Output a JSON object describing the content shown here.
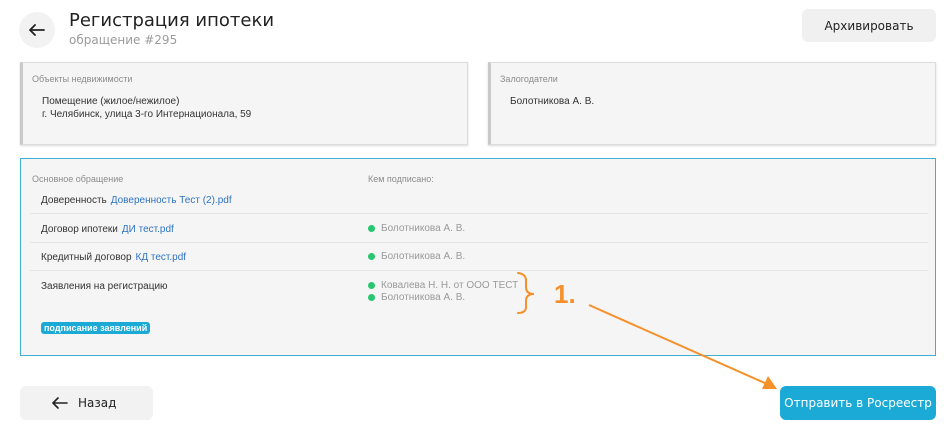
{
  "header": {
    "title": "Регистрация ипотеки",
    "subtitle": "обращение #295",
    "archive_label": "Архивировать"
  },
  "objects_card": {
    "label": "Объекты недвижимости",
    "line1": "Помещение (жилое/нежилое)",
    "line2": "г. Челябинск, улица 3-го Интернационала, 59"
  },
  "pledgers_card": {
    "label": "Залогодатели",
    "name": "Болотникова А. В."
  },
  "main_card": {
    "col_request": "Основное обращение",
    "col_signed": "Кем подписано:",
    "rows": [
      {
        "label": "Доверенность",
        "file": "Доверенность Тест (2).pdf"
      },
      {
        "label": "Договор ипотеки",
        "file": "ДИ тест.pdf",
        "signer": "Болотникова А. В."
      },
      {
        "label": "Кредитный договор",
        "file": "КД тест.pdf",
        "signer": "Болотникова А. В."
      },
      {
        "label": "Заявления на регистрацию",
        "signers": [
          "Ковалева Н. Н. от ООО ТЕСТ",
          "Болотникова А. В."
        ]
      }
    ],
    "tag": "подписание заявлений"
  },
  "footer": {
    "back_label": "Назад",
    "submit_label": "Отправить в Росреестр"
  },
  "annotation": {
    "label": "1.",
    "color": "#f5902a"
  },
  "colors": {
    "accent": "#1ba9d6",
    "link": "#2f74c4",
    "status_ok": "#28c76f"
  }
}
